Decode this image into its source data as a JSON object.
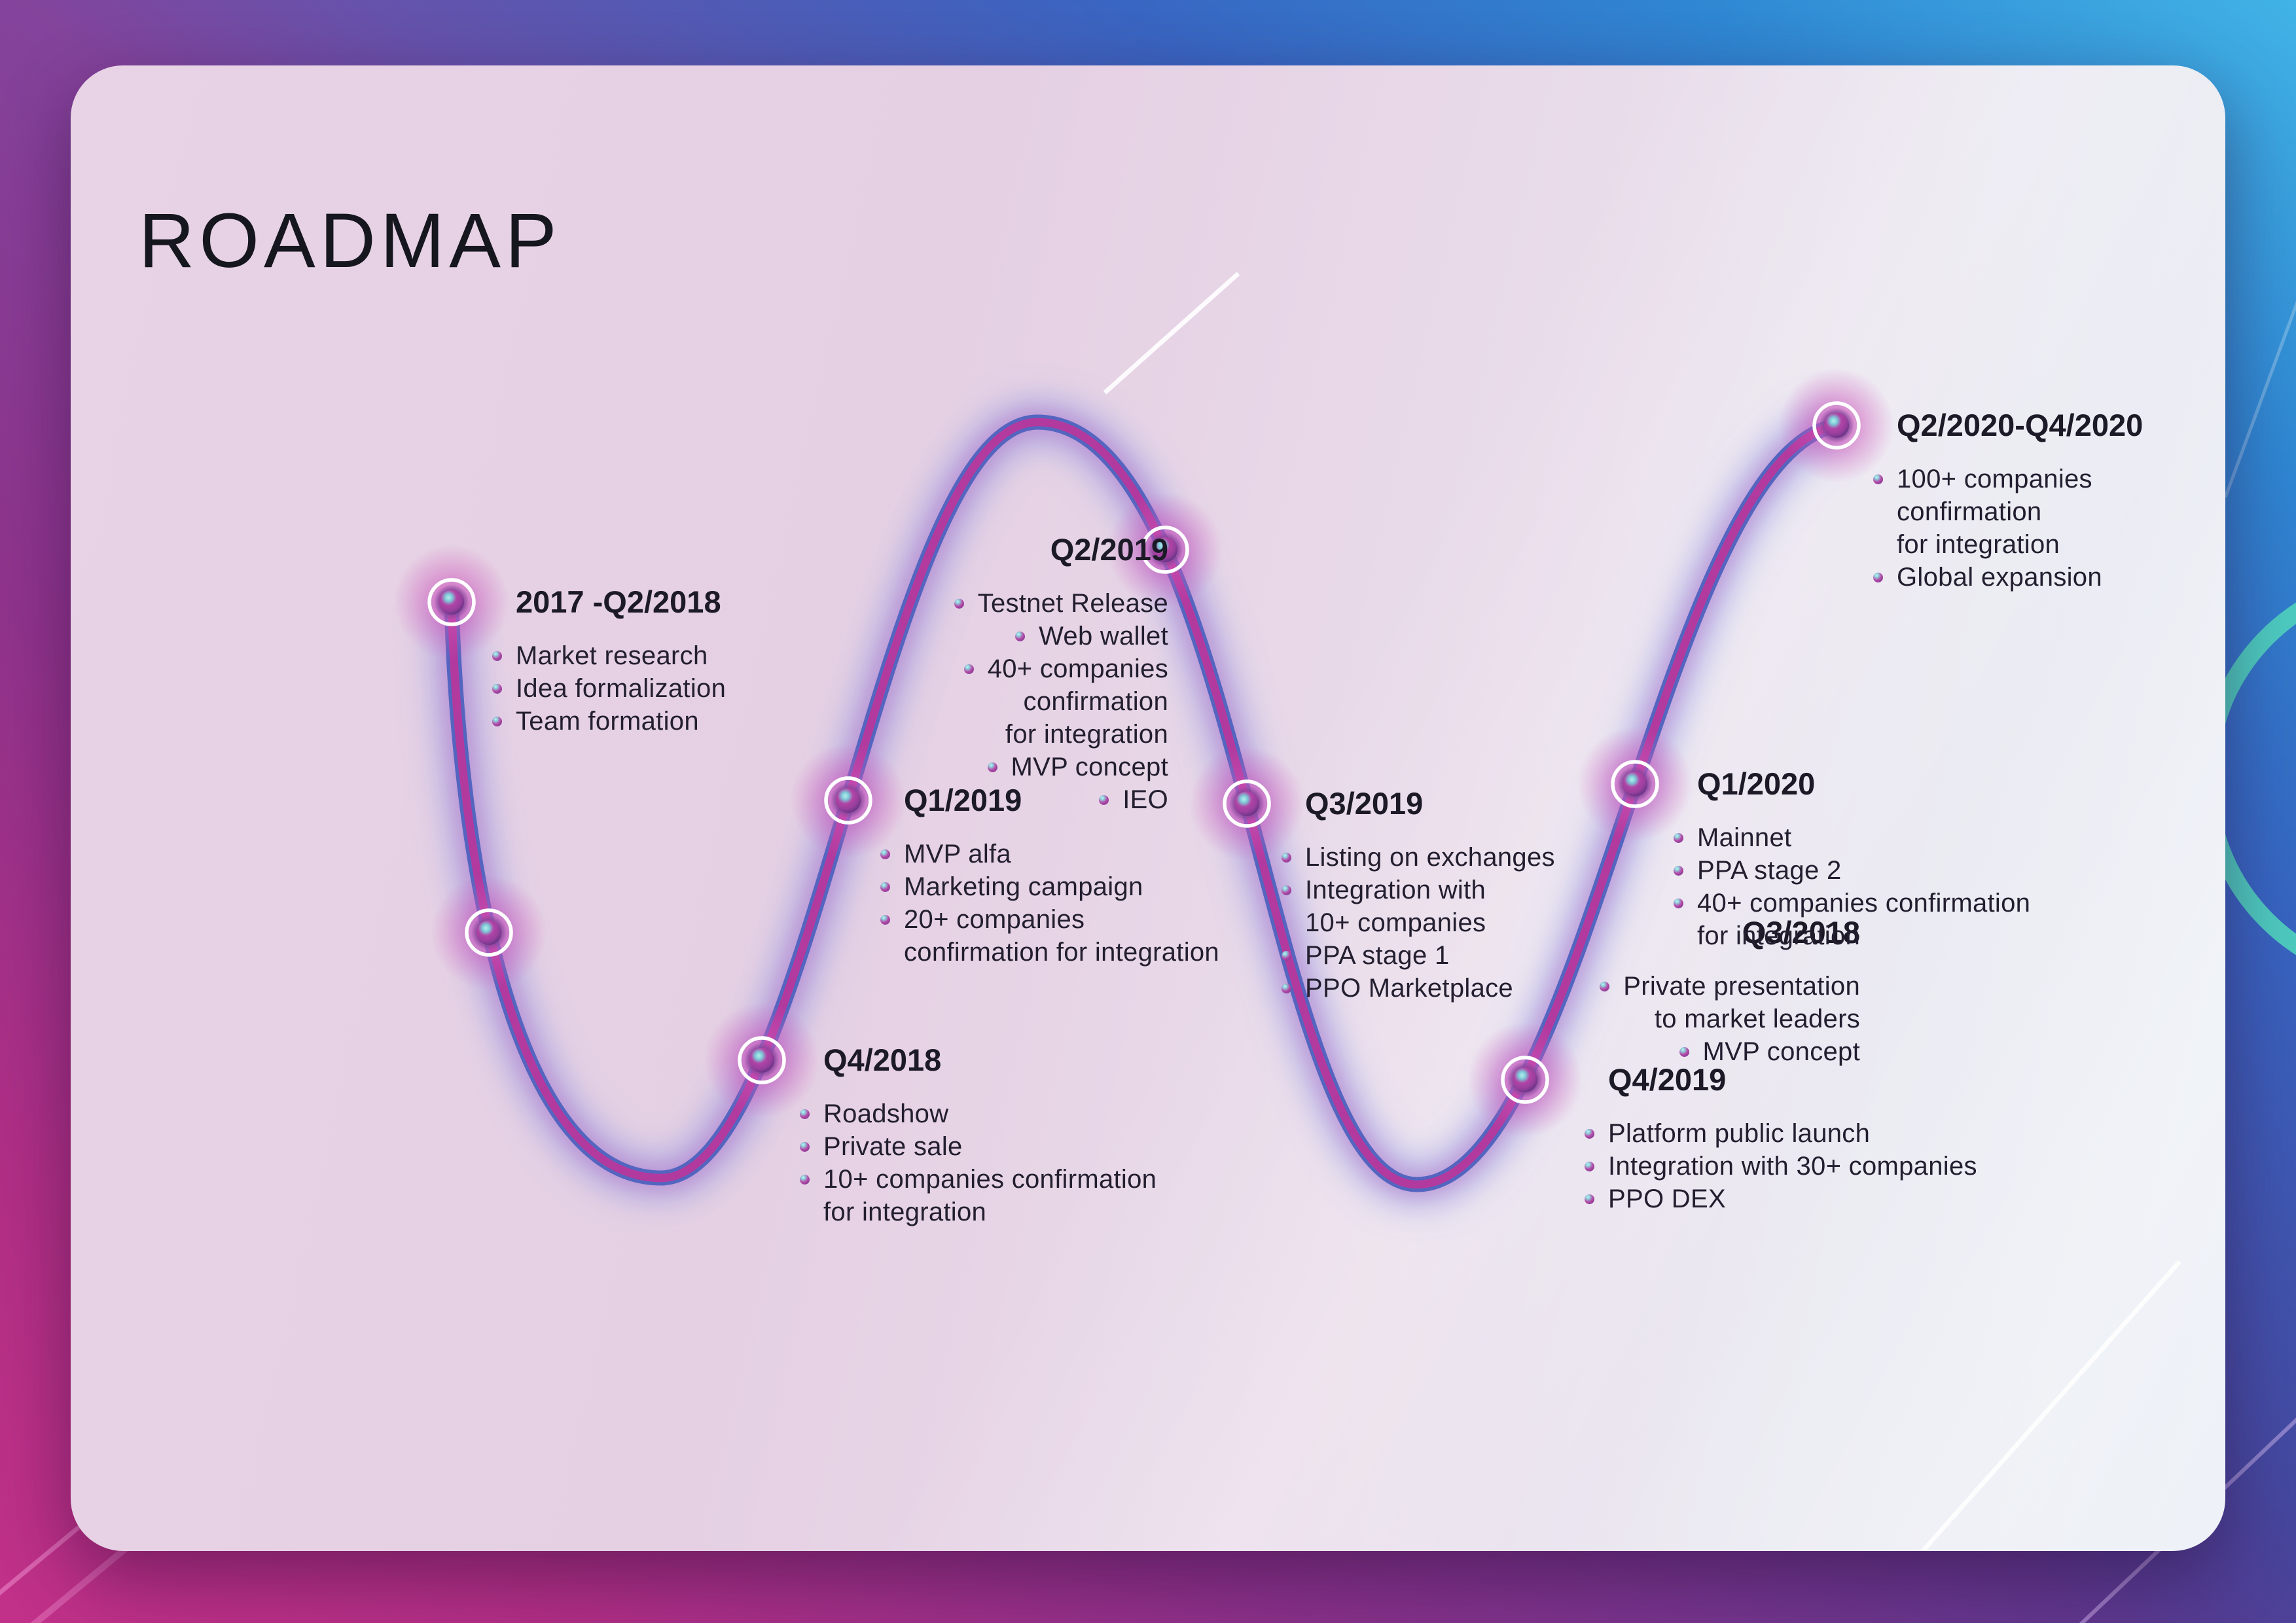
{
  "title": "ROADMAP",
  "colors": {
    "background_purple": "#74479d",
    "background_magenta": "#c23189",
    "background_blue": "#41b3e6",
    "card_pink": "#e5d0e3",
    "card_light": "#ecf1f7",
    "curve_blue": "#5465c0",
    "curve_magenta": "#b23a9f",
    "node_ring_white": "#ffffff",
    "node_glow_magenta": "#cf5ab8",
    "teal_ring": "#4fd0bf",
    "text": "#231f30"
  },
  "milestones": [
    {
      "id": "m1",
      "label": "2017 -Q2/2018",
      "align_note": "label right of node",
      "items": [
        {
          "text": "Market research",
          "bullet": true
        },
        {
          "text": "Idea formalization",
          "bullet": true
        },
        {
          "text": "Team formation",
          "bullet": true
        }
      ]
    },
    {
      "id": "m2",
      "label": "Q3/2018",
      "align_note": "label left of node",
      "items": [
        {
          "text": "Private presentation",
          "bullet": true
        },
        {
          "text": "to market leaders",
          "bullet": false
        },
        {
          "text": "MVP concept",
          "bullet": true
        }
      ]
    },
    {
      "id": "m3",
      "label": "Q4/2018",
      "align_note": "label right of node",
      "items": [
        {
          "text": "Roadshow",
          "bullet": true
        },
        {
          "text": "Private sale",
          "bullet": true
        },
        {
          "text": "10+ companies confirmation",
          "bullet": true
        },
        {
          "text": "for integration",
          "bullet": false
        }
      ]
    },
    {
      "id": "m4",
      "label": "Q1/2019",
      "align_note": "label right of node",
      "items": [
        {
          "text": "MVP alfa",
          "bullet": true
        },
        {
          "text": "Marketing campaign",
          "bullet": true
        },
        {
          "text": "20+ companies",
          "bullet": true
        },
        {
          "text": "confirmation for integration",
          "bullet": false
        }
      ]
    },
    {
      "id": "m5",
      "label": "Q2/2019",
      "align_note": "label left of node",
      "items": [
        {
          "text": "Testnet Release",
          "bullet": true
        },
        {
          "text": "Web wallet",
          "bullet": true
        },
        {
          "text": "40+ companies",
          "bullet": true
        },
        {
          "text": "confirmation",
          "bullet": false
        },
        {
          "text": "for integration",
          "bullet": false
        },
        {
          "text": "MVP concept",
          "bullet": true
        },
        {
          "text": "IEO",
          "bullet": true
        }
      ]
    },
    {
      "id": "m6",
      "label": "Q3/2019",
      "align_note": "label right of node",
      "items": [
        {
          "text": "Listing on exchanges",
          "bullet": true
        },
        {
          "text": "Integration with",
          "bullet": true
        },
        {
          "text": "10+ companies",
          "bullet": false
        },
        {
          "text": "PPA stage 1",
          "bullet": true
        },
        {
          "text": "PPO Marketplace",
          "bullet": true
        }
      ]
    },
    {
      "id": "m7",
      "label": "Q4/2019",
      "align_note": "label right of node",
      "items": [
        {
          "text": "Platform public launch",
          "bullet": true
        },
        {
          "text": "Integration with 30+ companies",
          "bullet": true
        },
        {
          "text": "PPO DEX",
          "bullet": true
        }
      ]
    },
    {
      "id": "m8",
      "label": "Q1/2020",
      "align_note": "label right of node",
      "items": [
        {
          "text": "Mainnet",
          "bullet": true
        },
        {
          "text": "PPA stage 2",
          "bullet": true
        },
        {
          "text": "40+ companies confirmation",
          "bullet": true
        },
        {
          "text": "for integration",
          "bullet": false
        }
      ]
    },
    {
      "id": "m9",
      "label": "Q2/2020-Q4/2020",
      "align_note": "label right of node",
      "items": [
        {
          "text": "100+ companies",
          "bullet": true
        },
        {
          "text": "confirmation",
          "bullet": false
        },
        {
          "text": "for integration",
          "bullet": false
        },
        {
          "text": "Global expansion",
          "bullet": true
        }
      ]
    }
  ]
}
